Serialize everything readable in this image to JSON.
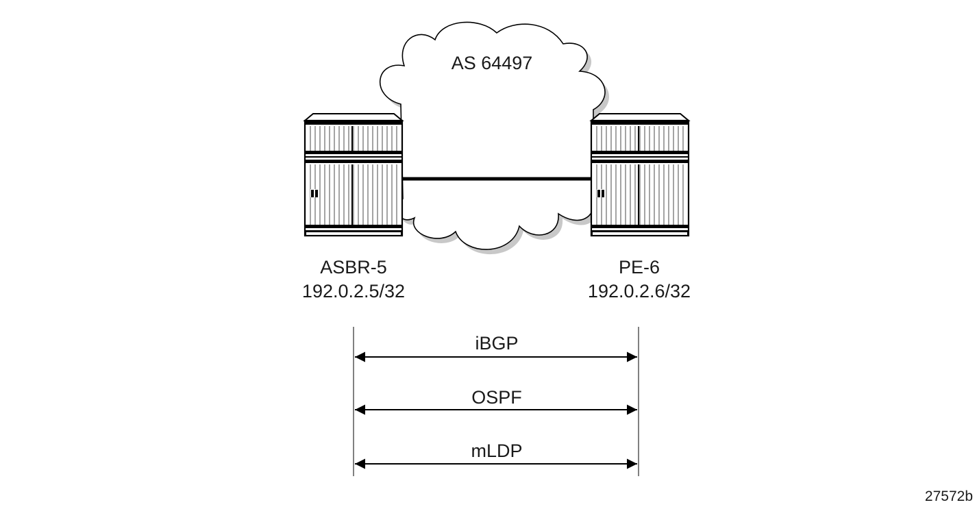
{
  "cloud": {
    "label": "AS 64497"
  },
  "nodes": [
    {
      "name": "ASBR-5",
      "address": "192.0.2.5/32"
    },
    {
      "name": "PE-6",
      "address": "192.0.2.6/32"
    }
  ],
  "protocols": [
    {
      "label": "iBGP"
    },
    {
      "label": "OSPF"
    },
    {
      "label": "mLDP"
    }
  ],
  "figure_id": "27572b"
}
